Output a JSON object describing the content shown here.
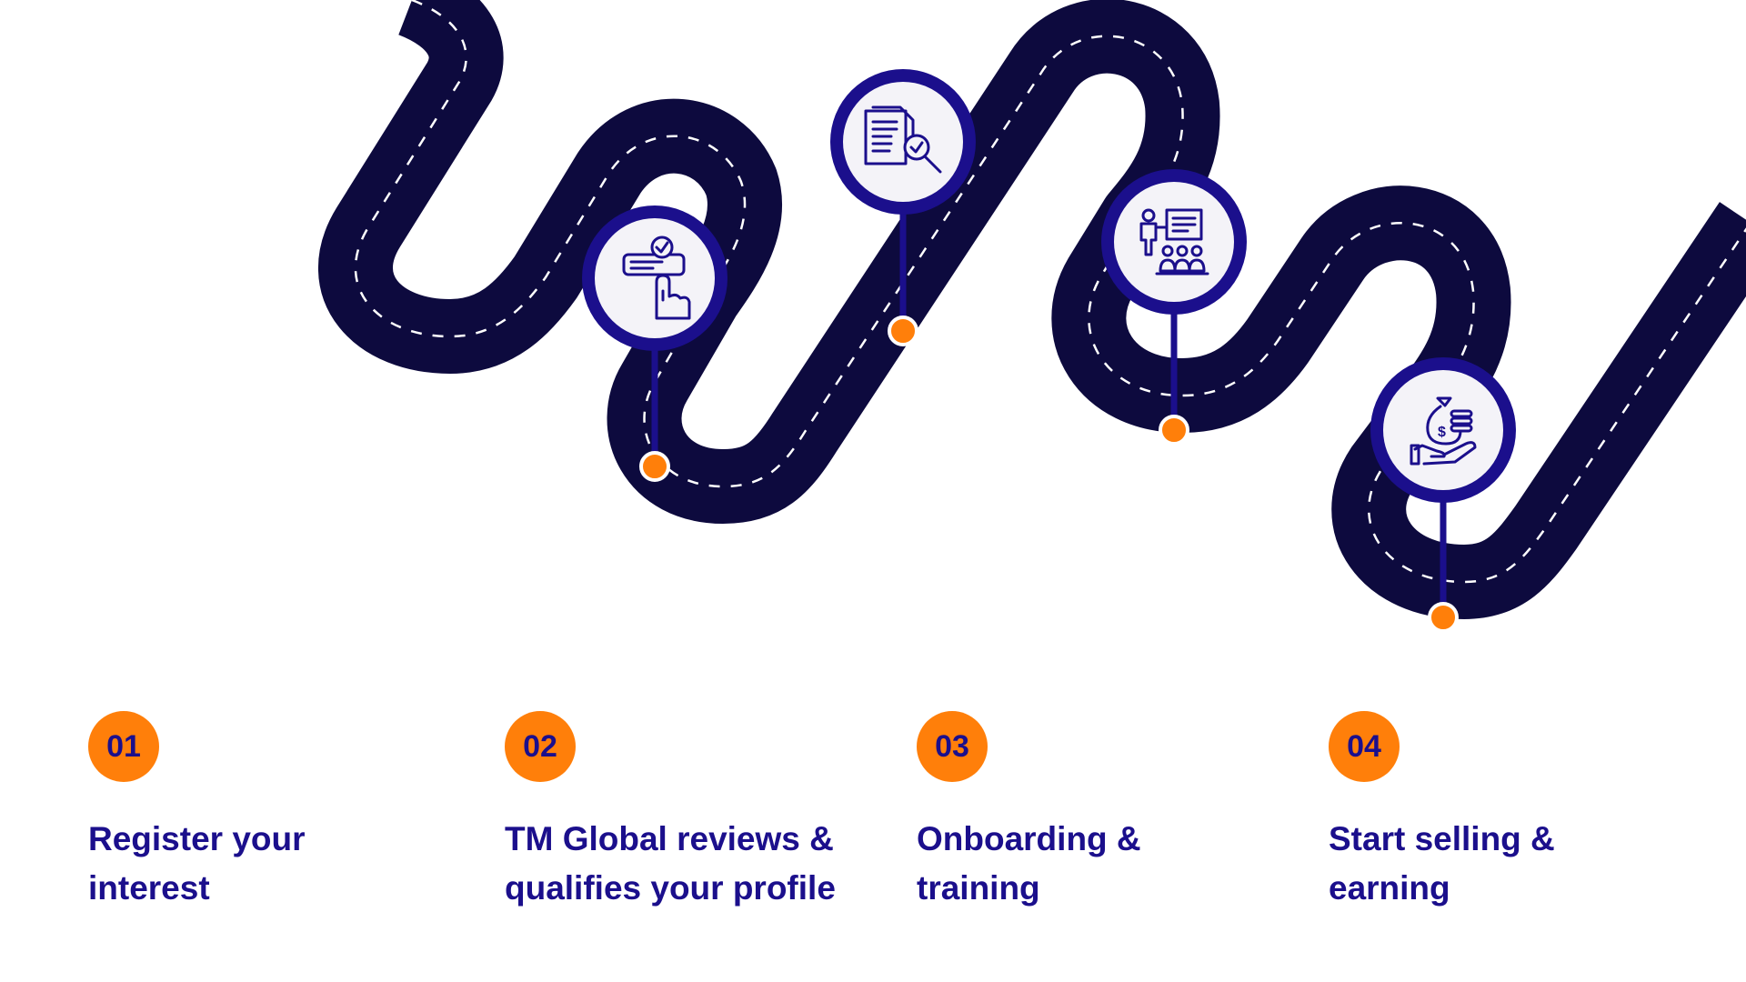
{
  "colors": {
    "road": "#0d0a3e",
    "road_dash": "#ffffff",
    "accent_blue": "#1b0f8c",
    "accent_orange": "#ff7f0a",
    "icon_fill": "#f4f3f8",
    "text": "#1b0f8c"
  },
  "milestones": [
    {
      "icon": "checklist-tap-icon"
    },
    {
      "icon": "document-search-icon"
    },
    {
      "icon": "presentation-training-icon"
    },
    {
      "icon": "money-hand-icon"
    }
  ],
  "steps": [
    {
      "number": "01",
      "title": "Register your\ninterest"
    },
    {
      "number": "02",
      "title": "TM Global reviews &\nqualifies your profile"
    },
    {
      "number": "03",
      "title": "Onboarding &\ntraining"
    },
    {
      "number": "04",
      "title": "Start selling &\nearning"
    }
  ]
}
